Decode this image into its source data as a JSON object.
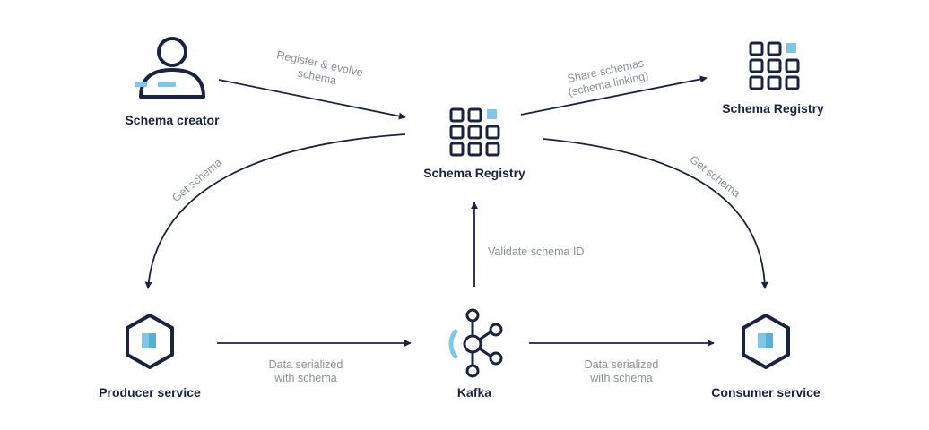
{
  "nodes": {
    "schema_creator": "Schema creator",
    "schema_registry": "Schema Registry",
    "schema_registry_remote": "Schema Registry",
    "producer": "Producer service",
    "kafka": "Kafka",
    "consumer": "Consumer service"
  },
  "edges": {
    "register": [
      "Register & evolve",
      "schema"
    ],
    "share": [
      "Share schemas",
      "(schema linking)"
    ],
    "get_left": "Get schema",
    "get_right": "Get schema",
    "validate": "Validate schema ID",
    "data_left": [
      "Data serialized",
      "with schema"
    ],
    "data_right": [
      "Data serialized",
      "with schema"
    ]
  },
  "colors": {
    "navy": "#1a2440",
    "accent": "#7fc6e8",
    "muted_text": "#8a8f99"
  }
}
